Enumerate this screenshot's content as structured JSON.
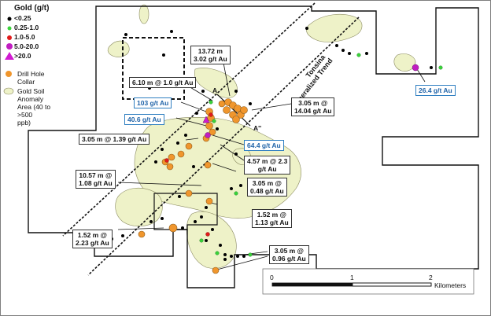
{
  "legend": {
    "title": "Gold (g/t)",
    "classes": [
      {
        "label": "<0.25",
        "color": "#000000",
        "shape": "dot"
      },
      {
        "label": "0.25-1.0",
        "color": "#39d23a",
        "shape": "dot"
      },
      {
        "label": "1.0-5.0",
        "color": "#e11b1b",
        "shape": "dot"
      },
      {
        "label": "5.0-20.0",
        "color": "#c11ec1",
        "shape": "dot"
      },
      {
        "label": ">20.0",
        "color": "#d11bd1",
        "shape": "triangle"
      }
    ],
    "collar_label": "Drill Hole Collar",
    "collar_color": "#f0962d",
    "soil_label_1": "Gold Soil Anomaly",
    "soil_label_2": "Area (40 to >500",
    "soil_label_3": "ppb)",
    "soil_color": "#eef2c8"
  },
  "trend_label_1": "Tonsina",
  "trend_label_2": "Mineralized Trend",
  "section_start": "A",
  "section_end": "A''",
  "intercepts": [
    {
      "line1": "13.72 m",
      "line2": "3.02 g/t Au",
      "style": "black"
    },
    {
      "line1": "6.10 m @ 1.0 g/t Au",
      "line2": "",
      "style": "black"
    },
    {
      "line1": "103 g/t Au",
      "line2": "",
      "style": "blue"
    },
    {
      "line1": "40.6 g/t Au",
      "line2": "",
      "style": "blue"
    },
    {
      "line1": "3.05 m @",
      "line2": "14.04 g/t Au",
      "style": "black"
    },
    {
      "line1": "26.4 g/t Au",
      "line2": "",
      "style": "blue"
    },
    {
      "line1": "3.05 m @ 1.39 g/t Au",
      "line2": "",
      "style": "black"
    },
    {
      "line1": "64.4 g/t Au",
      "line2": "",
      "style": "blue"
    },
    {
      "line1": "4.57 m @ 2.3",
      "line2": "g/t Au",
      "style": "black"
    },
    {
      "line1": "10.57 m @",
      "line2": "1.08 g/t Au",
      "style": "black"
    },
    {
      "line1": "3.05 m @",
      "line2": "0.48 g/t Au",
      "style": "black"
    },
    {
      "line1": "1.52 m @",
      "line2": "1.13 g/t Au",
      "style": "black"
    },
    {
      "line1": "1.52 m @",
      "line2": "2.23 g/t Au",
      "style": "black"
    },
    {
      "line1": "3.05 m @",
      "line2": "0.96 g/t Au",
      "style": "black"
    }
  ],
  "scale": {
    "ticks": [
      "0",
      "1",
      "2"
    ],
    "unit": "Kilometers"
  }
}
